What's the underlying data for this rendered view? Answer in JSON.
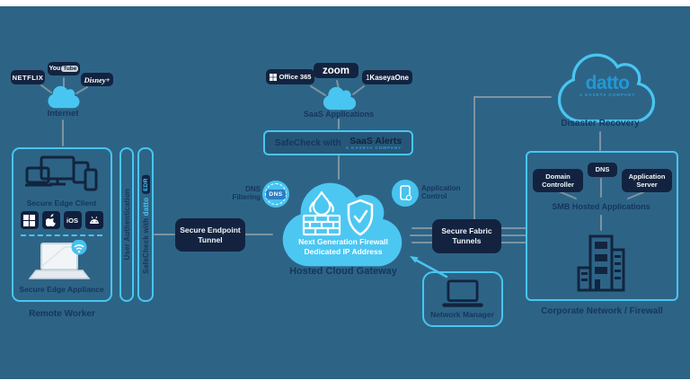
{
  "internet": {
    "caption": "Internet",
    "netflix": "NETFLIX",
    "youtube_you": "You",
    "youtube_tube": "Tube",
    "disney": "Disney+"
  },
  "remote": {
    "client_label": "Secure Edge Client",
    "ios_label": "iOS",
    "appliance_label": "Secure Edge Appliance",
    "caption": "Remote Worker"
  },
  "bars": {
    "auth": "User Authentication",
    "prefix": "SafeCheck with",
    "brand": "datto",
    "badge": "EDR"
  },
  "tunnel": {
    "label": "Secure Endpoint Tunnel"
  },
  "saas": {
    "caption": "SaaS Applications",
    "office": "Office 365",
    "zoom": "zoom",
    "kaseya_prefix": "1",
    "kaseya": "KaseyaOne"
  },
  "banner": {
    "prefix": "SafeCheck with",
    "product": "SaaS Alerts",
    "sub": "A KASEYA COMPANY"
  },
  "gateway": {
    "line1": "Next Generation Firewall",
    "line2": "Dedicated IP Address",
    "caption": "Hosted Cloud Gateway"
  },
  "dns": {
    "label": "DNS Filtering",
    "badge": "DNS"
  },
  "app_control": {
    "label": "Application Control"
  },
  "fabric": {
    "label": "Secure Fabric Tunnels"
  },
  "manager": {
    "label": "Network Manager"
  },
  "disaster": {
    "brand": "datto",
    "sub": "A KASEYA COMPANY",
    "caption": "Disaster Recovery"
  },
  "corp": {
    "node1": "Domain Controller",
    "node2": "DNS",
    "node3": "Application Server",
    "label": "SMB Hosted Applications",
    "caption": "Corporate Network / Firewall"
  },
  "colors": {
    "accent": "#49c5f1",
    "navy": "#13233f",
    "background": "#2d6486",
    "caption_text": "#16355e",
    "datto_blue": "#1f9ad6",
    "wire_gray": "#7e93a2"
  }
}
